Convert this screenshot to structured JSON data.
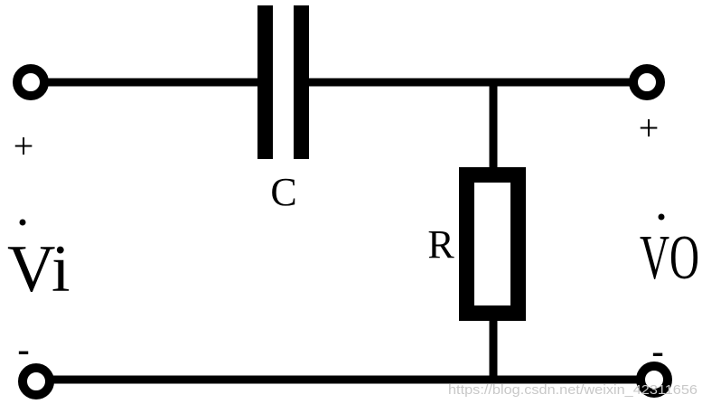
{
  "diagram": {
    "capacitor_label": "C",
    "resistor_label": "R",
    "input": {
      "plus": "+",
      "minus": "-",
      "voltage_symbol": "V",
      "voltage_subscript": "i"
    },
    "output": {
      "plus": "+",
      "minus": "-",
      "voltage_symbol": "V",
      "voltage_subscript": "O"
    }
  },
  "watermark": {
    "text": "https://blog.csdn.net/weixin_42311656"
  },
  "colors": {
    "ink": "#000000",
    "background": "#ffffff",
    "watermark": "#c8c8c8"
  }
}
